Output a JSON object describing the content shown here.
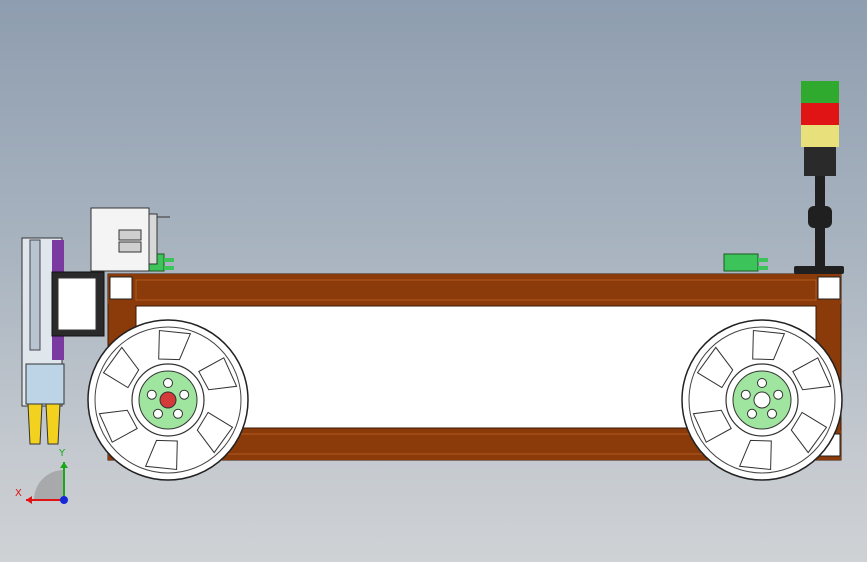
{
  "viewport": {
    "background_top": "#8e9daf",
    "background_bottom": "#cfd2d5"
  },
  "model": {
    "frame_color": "#8b3a0a",
    "frame_highlight": "#b35a1e",
    "panel_color": "#ffffff",
    "wheel_color": "#ffffff",
    "hub_color": "#9fe59f",
    "axle_left_color": "#d43a3a",
    "connector_color": "#3cc45a",
    "gripper_color": "#f2d21e",
    "actuator_color": "#7a3aa0",
    "signal_tower": {
      "lights": [
        {
          "name": "green-light",
          "color": "#2faa2f"
        },
        {
          "name": "red-light",
          "color": "#e01414"
        },
        {
          "name": "yellow-light",
          "color": "#e8e07a"
        }
      ],
      "pole_color": "#202020"
    }
  },
  "triad": {
    "x_label": "X",
    "y_label": "Y",
    "x_color": "#e01414",
    "y_color": "#1aa81a",
    "z_color": "#1428d8",
    "icon": "coordinate-triad-icon"
  }
}
